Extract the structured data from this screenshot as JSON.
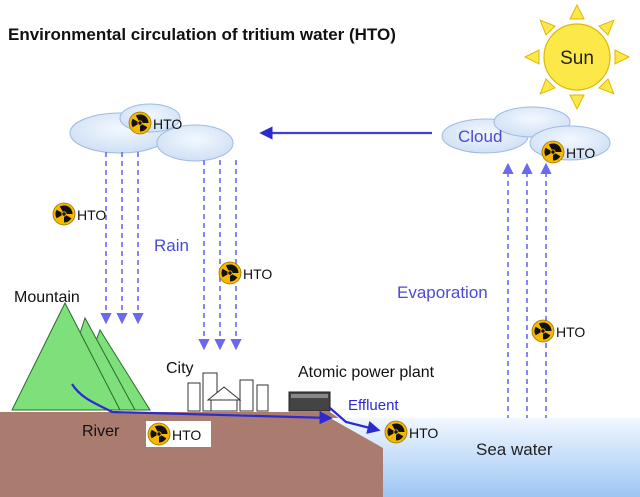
{
  "title": "Environmental circulation of tritium water (HTO)",
  "labels": {
    "sun": "Sun",
    "cloud": "Cloud",
    "rain": "Rain",
    "evaporation": "Evaporation",
    "mountain": "Mountain",
    "city": "City",
    "power_plant": "Atomic power plant",
    "effluent": "Effluent",
    "river": "River",
    "sea_water": "Sea water",
    "hto": "HTO"
  },
  "colors": {
    "blue_label": "#4a4ad6",
    "arrow_blue": "#6a6aee",
    "cloud_fill": "#dde9f8",
    "cloud_stroke": "#9fbbe0",
    "mountain_fill": "#7ee07a",
    "ground": "#a97c6f",
    "sea": "#cfe4fb",
    "sun": "#fde84a",
    "radiation": "#f6b800"
  },
  "icons": {
    "radiation": "radiation-trefoil-icon",
    "sun": "sun-icon"
  }
}
